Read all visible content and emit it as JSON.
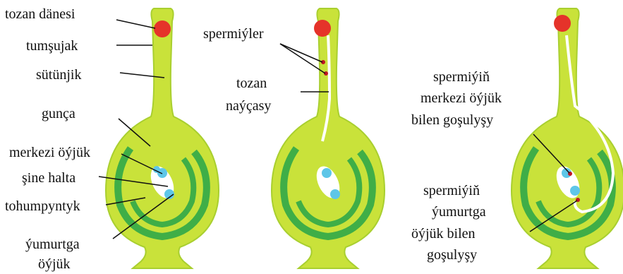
{
  "colors": {
    "body": "#c9e23a",
    "body_dark": "#a9cf2f",
    "stripe": "#3fae47",
    "pollen": "#e5332a",
    "cells": "#5ec6e8",
    "line": "#111111",
    "white": "#ffffff",
    "sperm": "#c01622"
  },
  "labels": {
    "pollen_grain": "tozan dänesi",
    "stigma": "tumşujak",
    "style": "sütünjik",
    "ovary": "gunça",
    "central_cell": "merkezi öýjük",
    "embryo_sac": "şine halta",
    "ovule": "tohumpyntyk",
    "egg_cell_1": "ýumurtga",
    "egg_cell_2": "öýjük",
    "sperms": "spermiýler",
    "pollen_tube_1": "tozan",
    "pollen_tube_2": "naýçasy",
    "fusion_central_1": "spermiýiň",
    "fusion_central_2": "merkezi öýjük",
    "fusion_central_3": "bilen goşulyşy",
    "fusion_egg_1": "spermiýiň",
    "fusion_egg_2": "ýumurtga",
    "fusion_egg_3": "öýjük bilen",
    "fusion_egg_4": "goşulyşy"
  }
}
